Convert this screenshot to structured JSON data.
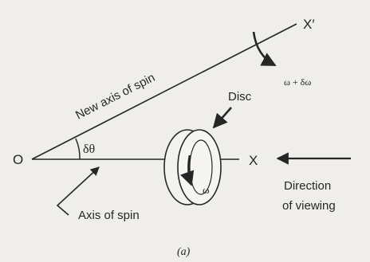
{
  "labels": {
    "origin": "O",
    "x_axis": "X",
    "new_axis_end": "X′",
    "new_axis_label": "New axis of spin",
    "omega_plus": "ω + δω",
    "disc": "Disc",
    "angle": "δθ",
    "omega": "ω",
    "direction_line1": "Direction",
    "direction_line2": "of viewing",
    "axis_of_spin": "Axis of spin",
    "caption": "(a)"
  },
  "colors": {
    "ink": "#262626",
    "background": "#efeeeb"
  }
}
